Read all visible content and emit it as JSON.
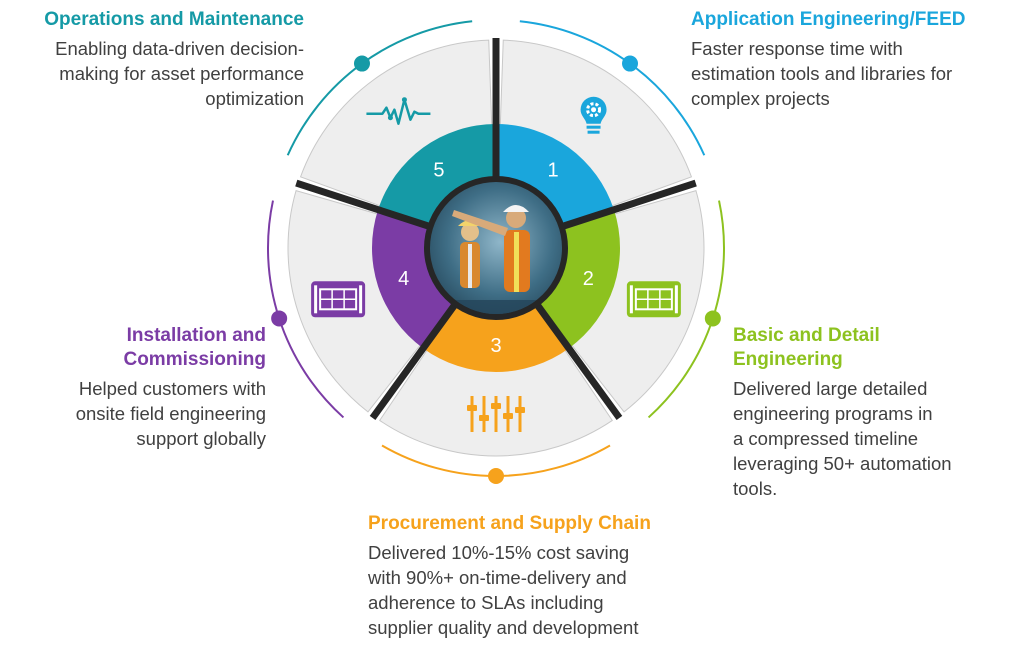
{
  "colors": {
    "step1": "#1aa6dc",
    "step2": "#8dc21f",
    "step3": "#f6a21c",
    "step4": "#7b3ca5",
    "step5": "#159aa6",
    "sector_fill": "#eeeeee",
    "divider": "#262626",
    "text": "#404040"
  },
  "hub": {
    "photo_icon": "engineers-photo-icon"
  },
  "steps": [
    {
      "number": "1",
      "title": "Application Engineering/FEED",
      "description": [
        "Faster response time with",
        "estimation tools and libraries for",
        "complex projects"
      ],
      "icon": "lightbulb-gear-icon"
    },
    {
      "number": "2",
      "title": "Basic and Detail\nEngineering",
      "description": [
        "Delivered large detailed",
        "engineering programs in",
        "a compressed timeline",
        "leveraging 50+ automation",
        "tools."
      ],
      "icon": "blueprint-icon"
    },
    {
      "number": "3",
      "title": "Procurement and Supply Chain",
      "description": [
        "Delivered 10%-15% cost saving",
        "with 90%+ on-time-delivery and",
        "adherence to SLAs including",
        "supplier quality and development"
      ],
      "icon": "sliders-icon"
    },
    {
      "number": "4",
      "title": "Installation and\nCommissioning",
      "description": [
        "Helped customers with",
        "onsite field engineering",
        "support globally"
      ],
      "icon": "blueprint-icon"
    },
    {
      "number": "5",
      "title": "Operations and Maintenance",
      "description": [
        "Enabling data-driven decision-",
        "making for asset performance",
        "optimization"
      ],
      "icon": "pulse-wave-icon"
    }
  ]
}
